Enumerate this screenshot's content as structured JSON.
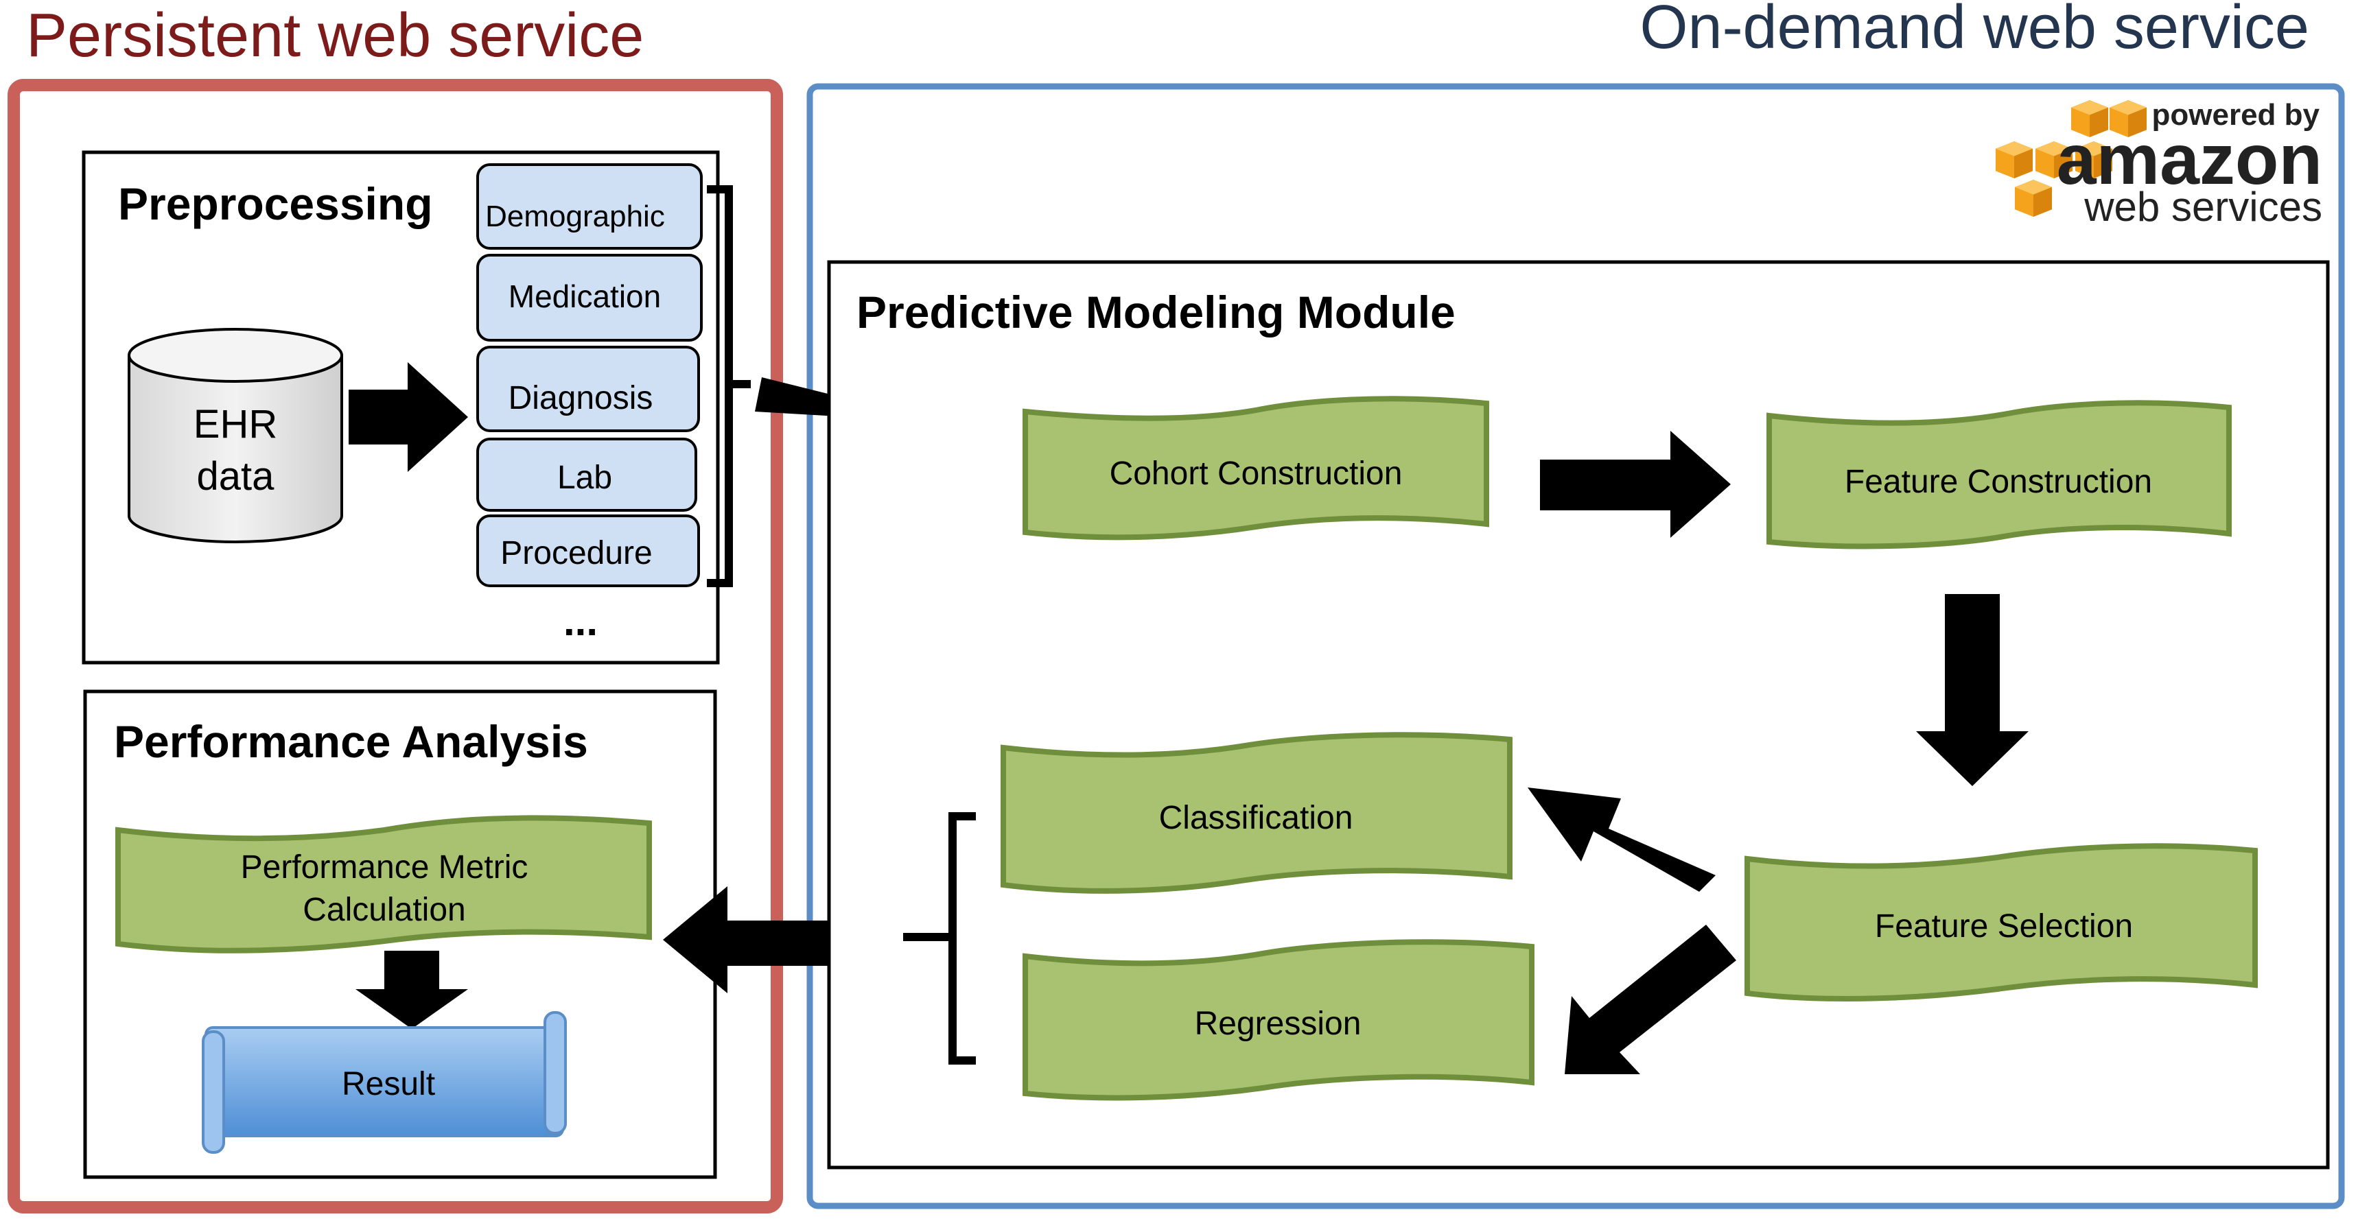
{
  "regions": {
    "persistent_title": "Persistent web service",
    "ondemand_title": "On-demand web service"
  },
  "aws_logo": {
    "powered_by": "powered by",
    "brand": "amazon",
    "sub": "web services"
  },
  "preprocessing": {
    "title": "Preprocessing",
    "ehr_line1": "EHR",
    "ehr_line2": "data",
    "categories": [
      "Demographic",
      "Medication",
      "Diagnosis",
      "Lab",
      "Procedure"
    ],
    "ellipsis": "..."
  },
  "performance": {
    "title": "Performance Analysis",
    "metric_line1": "Performance Metric",
    "metric_line2": "Calculation",
    "result": "Result"
  },
  "modeling": {
    "title": "Predictive Modeling Module",
    "cohort": "Cohort Construction",
    "feature_construction": "Feature Construction",
    "feature_selection": "Feature Selection",
    "classification": "Classification",
    "regression": "Regression"
  },
  "colors": {
    "persistent_border": "#c9605a",
    "persistent_title": "#7d1a1a",
    "ondemand_border": "#5b8ec7",
    "ondemand_title": "#23354f",
    "category_fill": "#cfe0f4",
    "banner_fill": "#a8c271",
    "banner_stroke": "#6f8f3c",
    "result_fill": "#7fb3e8",
    "aws_orange": "#f5a21c"
  }
}
